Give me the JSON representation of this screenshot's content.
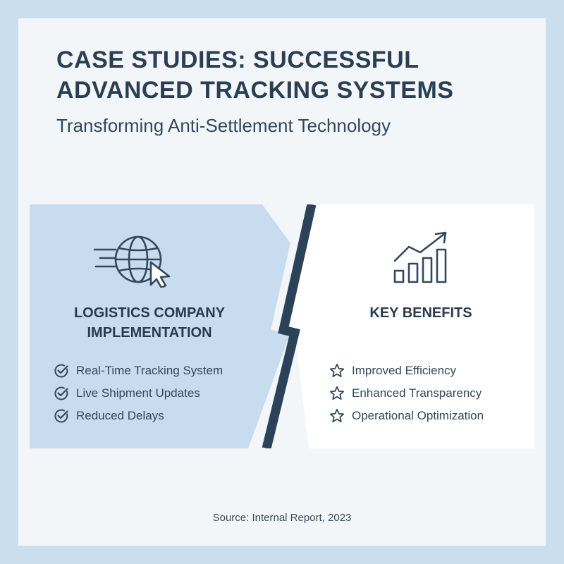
{
  "header": {
    "title_line1": "CASE STUDIES: SUCCESSFUL",
    "title_line2": "ADVANCED TRACKING SYSTEMS",
    "subtitle": "Transforming Anti-Settlement Technology"
  },
  "left_panel": {
    "icon": "globe-cursor-icon",
    "heading_line1": "LOGISTICS COMPANY",
    "heading_line2": "IMPLEMENTATION",
    "items": [
      {
        "label": "Real-Time Tracking System",
        "icon": "check-circle-icon"
      },
      {
        "label": "Live Shipment Updates",
        "icon": "check-circle-icon"
      },
      {
        "label": "Reduced Delays",
        "icon": "check-circle-icon"
      }
    ]
  },
  "right_panel": {
    "icon": "growth-chart-icon",
    "heading": "KEY BENEFITS",
    "items": [
      {
        "label": "Improved Efficiency",
        "icon": "star-icon"
      },
      {
        "label": "Enhanced Transparency",
        "icon": "star-icon"
      },
      {
        "label": "Operational Optimization",
        "icon": "star-icon"
      }
    ]
  },
  "footer": {
    "source": "Source: Internal Report, 2023"
  },
  "colors": {
    "page_background": "#c9dff0",
    "card_background": "#f3f6f9",
    "left_panel": "#c7dcee",
    "right_panel": "#ffffff",
    "divider": "#2b4258",
    "text_primary": "#2a3b4f"
  }
}
